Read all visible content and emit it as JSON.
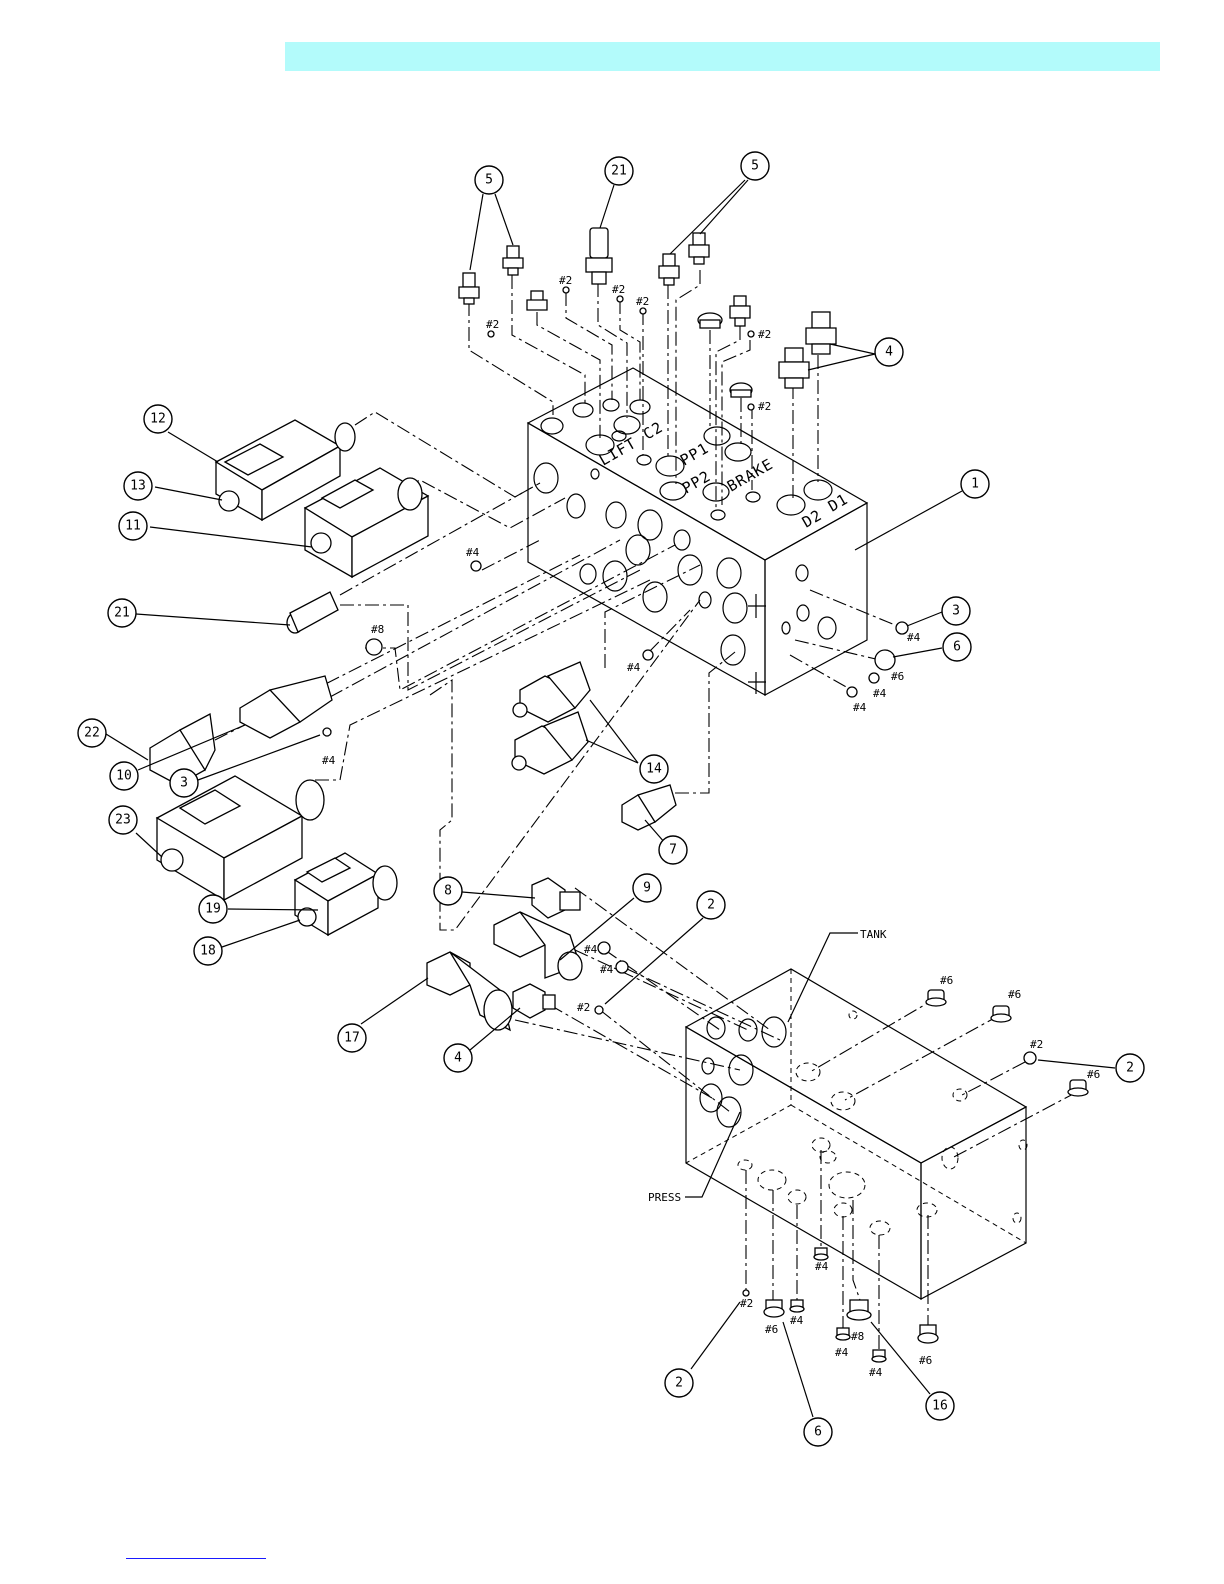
{
  "colors": {
    "header_band": "#b3fbfb",
    "footer_line": "#1a1aff",
    "ink": "#000000"
  },
  "upper_block": {
    "port_labels": [
      "LIFT",
      "C2",
      "PP1",
      "PP2",
      "BRAKE",
      "D2",
      "D1"
    ]
  },
  "lower_block": {
    "port_labels": [
      "TANK",
      "PRESS"
    ]
  },
  "callouts": [
    {
      "id": "c5a",
      "text": "5"
    },
    {
      "id": "c21a",
      "text": "21"
    },
    {
      "id": "c5b",
      "text": "5"
    },
    {
      "id": "c4a",
      "text": "4"
    },
    {
      "id": "c12",
      "text": "12"
    },
    {
      "id": "c13",
      "text": "13"
    },
    {
      "id": "c11",
      "text": "11"
    },
    {
      "id": "c1",
      "text": "1"
    },
    {
      "id": "c21b",
      "text": "21"
    },
    {
      "id": "c3a",
      "text": "3"
    },
    {
      "id": "c6a",
      "text": "6"
    },
    {
      "id": "c22",
      "text": "22"
    },
    {
      "id": "c10",
      "text": "10"
    },
    {
      "id": "c3b",
      "text": "3"
    },
    {
      "id": "c14",
      "text": "14"
    },
    {
      "id": "c23",
      "text": "23"
    },
    {
      "id": "c7",
      "text": "7"
    },
    {
      "id": "c8",
      "text": "8"
    },
    {
      "id": "c9",
      "text": "9"
    },
    {
      "id": "c2a",
      "text": "2"
    },
    {
      "id": "c19",
      "text": "19"
    },
    {
      "id": "c18",
      "text": "18"
    },
    {
      "id": "c17",
      "text": "17"
    },
    {
      "id": "c4b",
      "text": "4"
    },
    {
      "id": "c2b",
      "text": "2"
    },
    {
      "id": "c2c",
      "text": "2"
    },
    {
      "id": "c16",
      "text": "16"
    },
    {
      "id": "c6b",
      "text": "6"
    }
  ],
  "plug_labels": [
    {
      "id": "p1",
      "text": "#2"
    },
    {
      "id": "p2",
      "text": "#2"
    },
    {
      "id": "p3",
      "text": "#2"
    },
    {
      "id": "p4",
      "text": "#2"
    },
    {
      "id": "p5",
      "text": "#2"
    },
    {
      "id": "p6",
      "text": "#2"
    },
    {
      "id": "p7",
      "text": "#4"
    },
    {
      "id": "p8",
      "text": "#8"
    },
    {
      "id": "p9",
      "text": "#4"
    },
    {
      "id": "p10",
      "text": "#4"
    },
    {
      "id": "p11",
      "text": "#4"
    },
    {
      "id": "p12",
      "text": "#6"
    },
    {
      "id": "p13",
      "text": "#4"
    },
    {
      "id": "p14",
      "text": "#4"
    },
    {
      "id": "p15",
      "text": "#4"
    },
    {
      "id": "p16",
      "text": "#2"
    },
    {
      "id": "p17",
      "text": "#6"
    },
    {
      "id": "p18",
      "text": "#6"
    },
    {
      "id": "p19",
      "text": "#2"
    },
    {
      "id": "p20",
      "text": "#6"
    },
    {
      "id": "p21",
      "text": "#4"
    },
    {
      "id": "p22",
      "text": "#2"
    },
    {
      "id": "p23",
      "text": "#6"
    },
    {
      "id": "p24",
      "text": "#4"
    },
    {
      "id": "p25",
      "text": "#4"
    },
    {
      "id": "p26",
      "text": "#8"
    },
    {
      "id": "p27",
      "text": "#4"
    },
    {
      "id": "p28",
      "text": "#6"
    }
  ]
}
